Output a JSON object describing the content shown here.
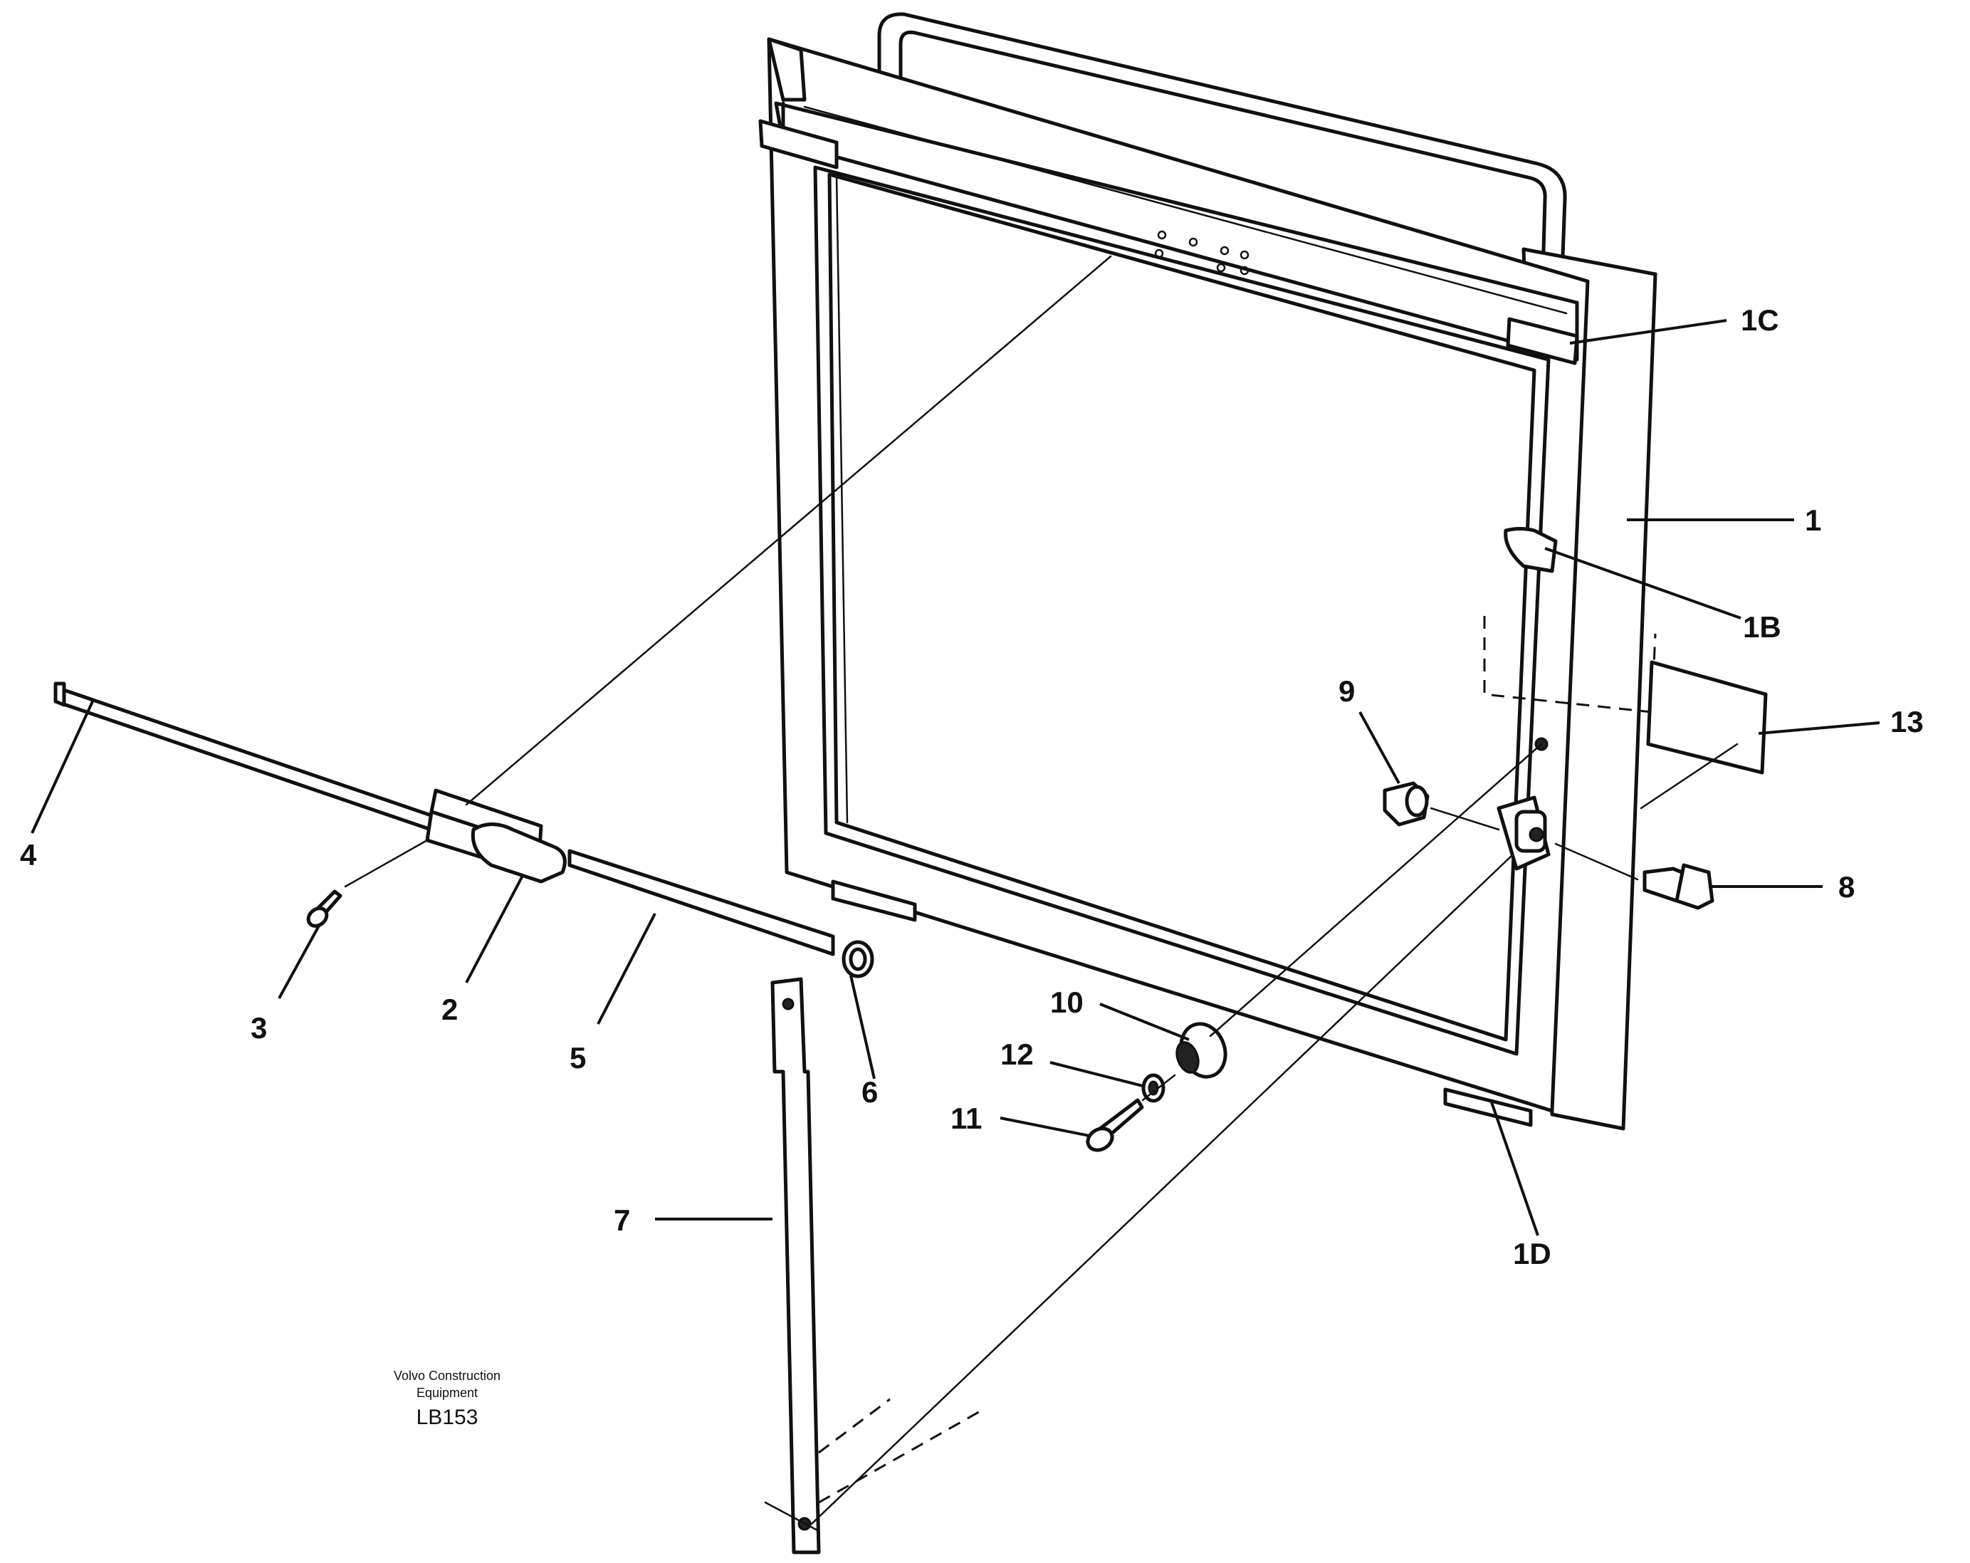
{
  "diagram": {
    "callouts": {
      "c1": "1",
      "c1B": "1B",
      "c1C": "1C",
      "c1D": "1D",
      "c2": "2",
      "c3": "3",
      "c4": "4",
      "c5": "5",
      "c6": "6",
      "c7": "7",
      "c8": "8",
      "c9": "9",
      "c10": "10",
      "c11": "11",
      "c12": "12",
      "c13": "13"
    },
    "footer": {
      "line1": "Volvo Construction",
      "line2": "Equipment",
      "code": "LB153"
    }
  }
}
